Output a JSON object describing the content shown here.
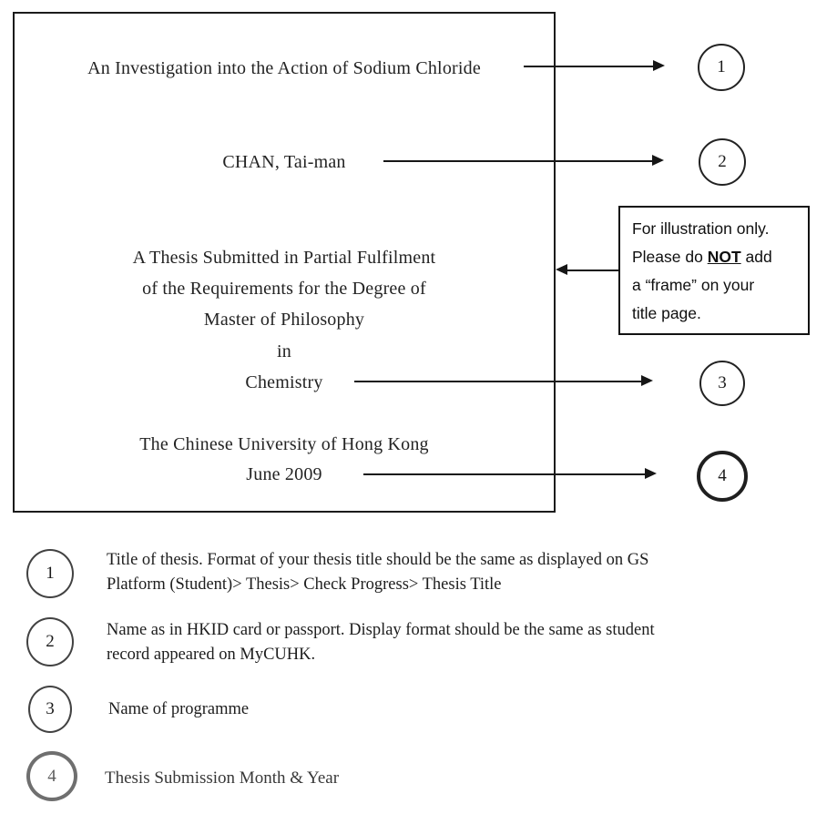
{
  "title_page": {
    "thesis_title": "An Investigation into the Action of Sodium Chloride",
    "author_name": "CHAN, Tai-man",
    "statement_line1": "A Thesis Submitted in Partial Fulfilment",
    "statement_line2": "of the Requirements for the Degree of",
    "statement_line3": "Master of Philosophy",
    "statement_line4": "in",
    "programme": "Chemistry",
    "university": "The Chinese University of Hong Kong",
    "submission_date": "June 2009"
  },
  "note_box": {
    "line1": "For illustration only.",
    "line2_before": "Please do ",
    "line2_emphasis": "NOT",
    "line2_after": " add",
    "line3": "a “frame” on your",
    "line4": "title page."
  },
  "callouts": {
    "right": [
      "1",
      "2",
      "3",
      "4"
    ],
    "legend": [
      {
        "num": "1",
        "line1": "Title of thesis. Format of your thesis title should be the same as displayed on GS",
        "line2": "Platform (Student)> Thesis> Check Progress> Thesis Title"
      },
      {
        "num": "2",
        "line1": "Name as in HKID card or passport. Display format should be the same as student",
        "line2": "record appeared on MyCUHK."
      },
      {
        "num": "3",
        "line1": "Name of programme",
        "line2": ""
      },
      {
        "num": "4",
        "line1": "Thesis Submission Month & Year",
        "line2": ""
      }
    ]
  }
}
